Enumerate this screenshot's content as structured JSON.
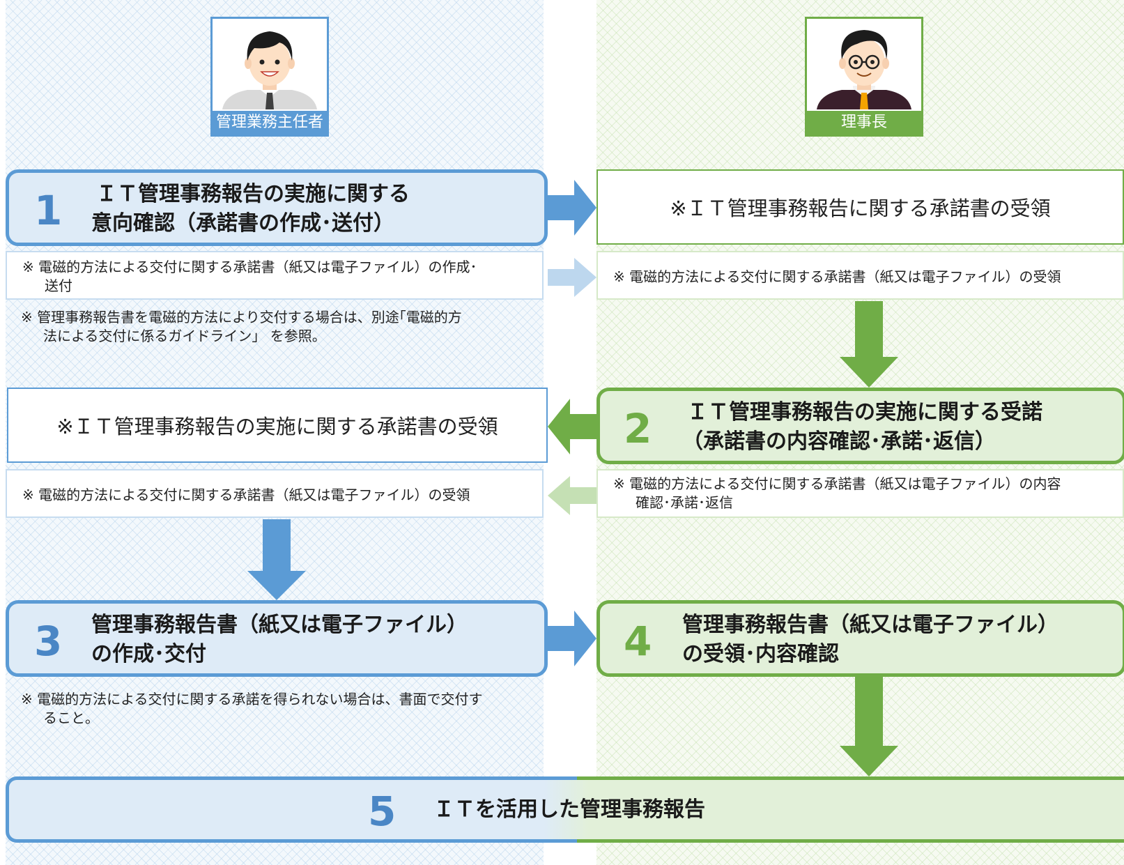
{
  "roles": {
    "manager": {
      "label": "管理業務主任者",
      "color": "#5b9bd5"
    },
    "chair": {
      "label": "理事長",
      "color": "#70ad47"
    }
  },
  "steps": {
    "step1": {
      "number": "1",
      "title_line1": "ＩＴ管理事務報告の実施に関する",
      "title_line2": "意向確認（承諾書の作成･送付）"
    },
    "step1_receipt": "※ＩＴ管理事務報告に関する承諾書の受領",
    "step2": {
      "number": "2",
      "title_line1": "ＩＴ管理事務報告の実施に関する受諾",
      "title_line2": "（承諾書の内容確認･承諾･返信）"
    },
    "step2_receipt": "※ＩＴ管理事務報告の実施に関する承諾書の受領",
    "step3": {
      "number": "3",
      "title_line1": "管理事務報告書（紙又は電子ファイル）",
      "title_line2": "の作成･交付"
    },
    "step4": {
      "number": "4",
      "title_line1": "管理事務報告書（紙又は電子ファイル）",
      "title_line2": "の受領･内容確認"
    },
    "step5": {
      "number": "5",
      "title": "ＩＴを活用した管理事務報告"
    }
  },
  "notes": {
    "n1_line1": "※ 電磁的方法による交付に関する承諾書（紙又は電子ファイル）の作成･",
    "n1_line2": "送付",
    "n2_line1": "※ 管理事務報告書を電磁的方法により交付する場合は、別途｢電磁的方",
    "n2_line2": "法による交付に係るガイドライン」 を参照。",
    "n3": "※ 電磁的方法による交付に関する承諾書（紙又は電子ファイル）の受領",
    "n4": "※ 電磁的方法による交付に関する承諾書（紙又は電子ファイル）の受領",
    "n5_line1": "※ 電磁的方法による交付に関する承諾書（紙又は電子ファイル）の内容",
    "n5_line2": "確認･承諾･返信",
    "n6_line1": "※ 電磁的方法による交付に関する承諾を得られない場合は、書面で交付す",
    "n6_line2": "ること。"
  },
  "colors": {
    "blue_dark": "#5b9bd5",
    "blue_light": "#bdd7ee",
    "blue_fill": "#deebf7",
    "green_dark": "#70ad47",
    "green_light": "#c5e0b4",
    "green_fill": "#e2f0d9"
  }
}
